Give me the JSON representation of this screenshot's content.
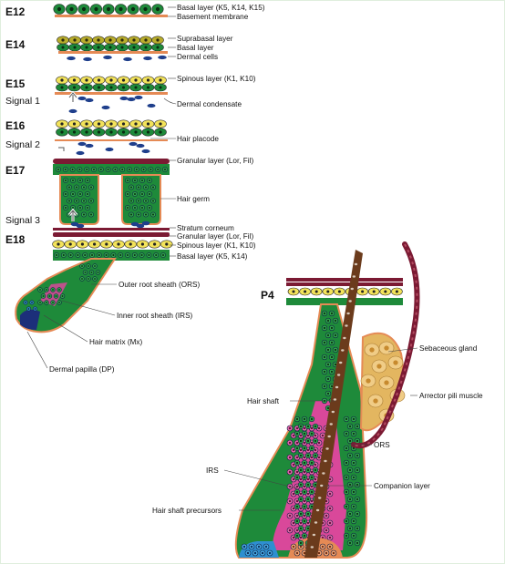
{
  "colors": {
    "basal": "#1e8a3a",
    "suprabasal": "#b9ad2c",
    "spinous": "#f3e35a",
    "granular": "#7b1a33",
    "dermal": "#1f3f8c",
    "irs": "#d9489a",
    "papilla": "#1c2f7a",
    "shaft": "#6b3b1c",
    "membrane": "#e58a55",
    "sebaceous": "#e3b660"
  },
  "stages": [
    "E12",
    "E14",
    "E15",
    "E16",
    "E17",
    "E18",
    "P4"
  ],
  "signals": [
    "Signal 1",
    "Signal 2",
    "Signal 3"
  ],
  "labels": {
    "e12_basal": "Basal layer (K5, K14, K15)",
    "e12_membrane": "Basement membrane",
    "e14_suprabasal": "Suprabasal layer",
    "e14_basal": "Basal layer",
    "e14_dermal": "Dermal cells",
    "e15_spinous": "Spinous layer (K1, K10)",
    "e15_condensate": "Dermal condensate",
    "e16_placode": "Hair placode",
    "e16_granular": "Granular layer (Lor, Fil)",
    "e17_germ": "Hair germ",
    "e18_corneum": "Stratum corneum",
    "e18_granular": "Granular layer (Lor, Fil)",
    "e18_spinous": "Spinous layer (K1, K10)",
    "e18_basal": "Basal layer (K5, K14)",
    "ors_full": "Outer root sheath (ORS)",
    "irs_full": "Inner root sheath (IRS)",
    "matrix": "Hair matrix (Mx)",
    "papilla": "Dermal papilla (DP)",
    "sebaceous": "Sebaceous gland",
    "arrector": "Arrector pili muscle",
    "hair_shaft": "Hair shaft",
    "ors": "ORS",
    "irs": "IRS",
    "companion": "Companion layer",
    "precursors": "Hair shaft precursors"
  }
}
